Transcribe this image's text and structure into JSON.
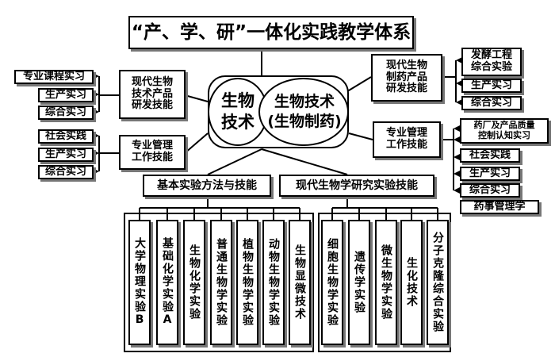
{
  "title": "“产、学、研”一体化实践教学体系",
  "center": {
    "left_label": "生物\n技术",
    "right_label": "生物技术\n(生物制药)"
  },
  "left_top_skill": "现代生物\n技术产品\n研发技能",
  "left_top_items": [
    "专业课程实习",
    "生产实习",
    "综合实习"
  ],
  "left_bottom_skill": "专业管理\n工作技能",
  "left_bottom_items": [
    "社会实践",
    "生产实习",
    "综合实习"
  ],
  "right_top_skill": "现代生物\n制药产品\n研发技能",
  "right_top_items": [
    "发酵工程\n综合实验",
    "生产实习",
    "综合实习"
  ],
  "right_bottom_skill": "专业管理\n工作技能",
  "right_bottom_items": [
    "药厂及产品质量\n控制认知实习",
    "社会实践",
    "生产实习",
    "综合实习",
    "药事管理学"
  ],
  "basic_methods": "基本实验方法与技能",
  "modern_methods": "现代生物学研究实验技能",
  "basic_courses": [
    "大学物理实验B",
    "基础化学实验A",
    "生物化学实验",
    "普通生物学实验",
    "植物生物学实验",
    "动物生物学实验",
    "生物显微技术"
  ],
  "modern_courses": [
    "细胞生物学实验",
    "遗传学实验",
    "微生物学实验",
    "生化技术",
    "分子克隆综合实验"
  ]
}
